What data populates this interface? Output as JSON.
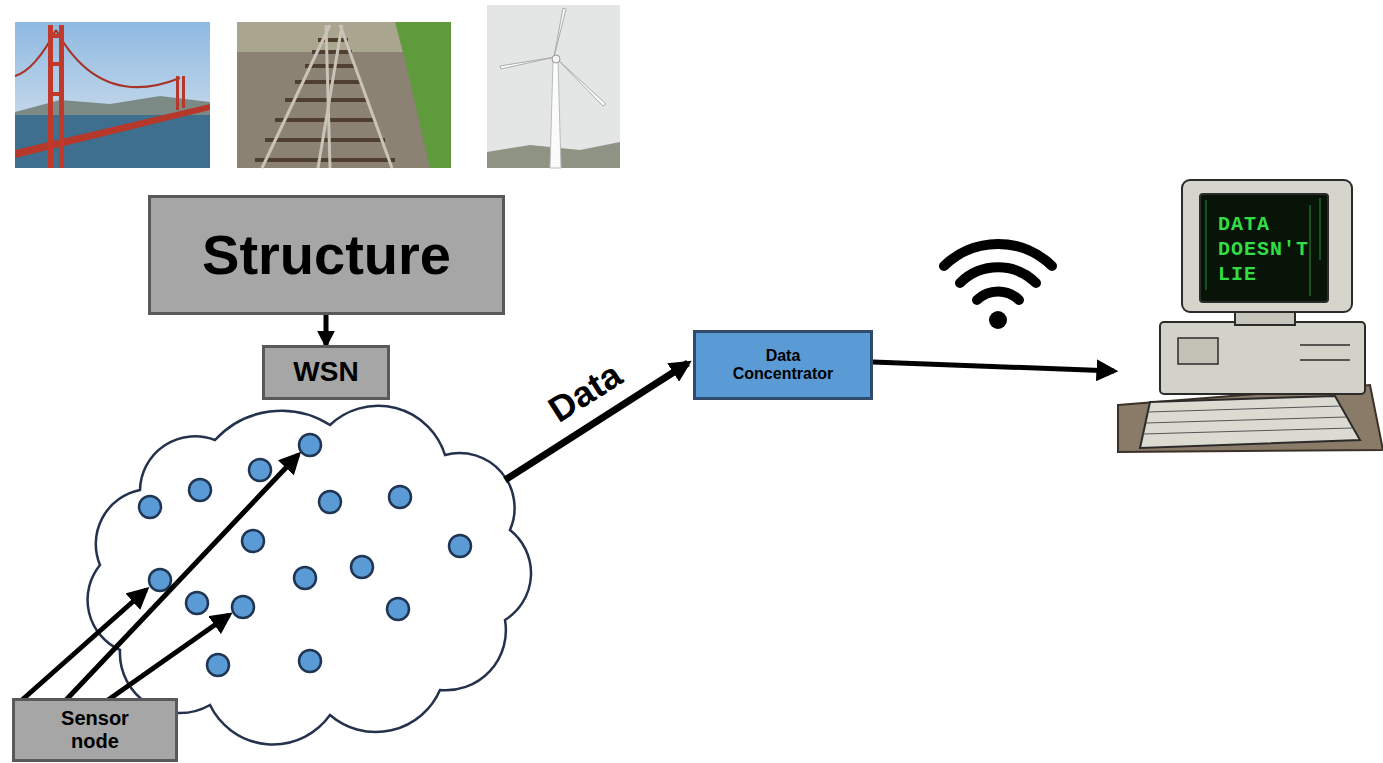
{
  "diagram": {
    "nodes": [
      {
        "text": [
          "Structure"
        ]
      },
      {
        "text": [
          "WSN"
        ]
      },
      {
        "text": [
          "Data Concentrator"
        ]
      },
      {
        "text": [
          "Sensor node"
        ]
      }
    ],
    "edges": [
      {
        "from": 0,
        "to": 1,
        "arrow": "to"
      }
    ],
    "labels": [
      "Data",
      "DATA DOESN'T LIE"
    ]
  }
}
